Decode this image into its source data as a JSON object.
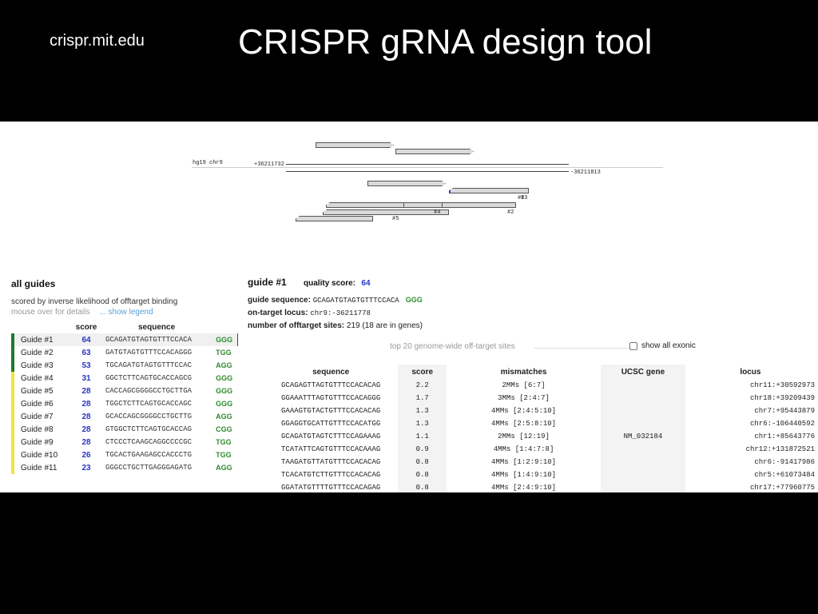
{
  "slide": {
    "url": "crispr.mit.edu",
    "title": "CRISPR gRNA design tool"
  },
  "browser": {
    "assembly": "hg19 chr9",
    "coord_start": "+36211732",
    "coord_end": "-36211813",
    "labels": [
      "#1",
      "#3",
      "#4",
      "#2",
      "#5"
    ]
  },
  "all_guides": {
    "heading": "all guides",
    "subtitle": "scored by inverse likelihood of offtarget binding",
    "hint": "mouse over for details",
    "legend_link": "... show legend",
    "col_score": "score",
    "col_sequence": "sequence",
    "guides": [
      {
        "name": "Guide #1",
        "score": "64",
        "seq": "GCAGATGTAGTGTTTCCACA",
        "pam": "GGG",
        "color": "#1f7a2e"
      },
      {
        "name": "Guide #2",
        "score": "63",
        "seq": "GATGTAGTGTTTCCACAGGG",
        "pam": "TGG",
        "color": "#1f7a2e"
      },
      {
        "name": "Guide #3",
        "score": "53",
        "seq": "TGCAGATGTAGTGTTTCCAC",
        "pam": "AGG",
        "color": "#1f7a2e"
      },
      {
        "name": "Guide #4",
        "score": "31",
        "seq": "GGCTCTTCAGTGCACCAGCG",
        "pam": "GGG",
        "color": "#f0e43a"
      },
      {
        "name": "Guide #5",
        "score": "28",
        "seq": "CACCAGCGGGGCCTGCTTGA",
        "pam": "GGG",
        "color": "#f0e43a"
      },
      {
        "name": "Guide #6",
        "score": "28",
        "seq": "TGGCTCTTCAGTGCACCAGC",
        "pam": "GGG",
        "color": "#f0e43a"
      },
      {
        "name": "Guide #7",
        "score": "28",
        "seq": "GCACCAGCGGGGCCTGCTTG",
        "pam": "AGG",
        "color": "#f0e43a"
      },
      {
        "name": "Guide #8",
        "score": "28",
        "seq": "GTGGCTCTTCAGTGCACCAG",
        "pam": "CGG",
        "color": "#f0e43a"
      },
      {
        "name": "Guide #9",
        "score": "28",
        "seq": "CTCCCTCAAGCAGGCCCCGC",
        "pam": "TGG",
        "color": "#f0e43a"
      },
      {
        "name": "Guide #10",
        "score": "26",
        "seq": "TGCACTGAAGAGCCACCCTG",
        "pam": "TGG",
        "color": "#f0e43a"
      },
      {
        "name": "Guide #11",
        "score": "23",
        "seq": "GGGCCTGCTTGAGGGAGATG",
        "pam": "AGG",
        "color": "#f0e43a"
      }
    ]
  },
  "guide_detail": {
    "heading": "guide #1",
    "quality_label": "quality score:",
    "quality_value": "64",
    "seq_label": "guide sequence:",
    "seq_value": "GCAGATGTAGTGTTTCCACA",
    "seq_pam": "GGG",
    "locus_label": "on-target locus:",
    "locus_value": "chr9:-36211778",
    "offtarget_label": "number of offtarget sites:",
    "offtarget_value": "219 (18 are in genes)",
    "top_label": "top 20 genome-wide off-target sites",
    "exonic_label": "show all exonic"
  },
  "offtargets": {
    "headers": [
      "sequence",
      "score",
      "mismatches",
      "UCSC gene",
      "locus"
    ],
    "rows": [
      [
        "GCAGAGTTAGTGTTTCCACACAG",
        "2.2",
        "2MMs [6:7]",
        "",
        "chr11:+30592973"
      ],
      [
        "GGAAATTTAGTGTTTCCACAGGG",
        "1.7",
        "3MMs [2:4:7]",
        "",
        "chr18:+39209439"
      ],
      [
        "GAAAGTGTACTGTTTCCACACAG",
        "1.3",
        "4MMs [2:4:5:10]",
        "",
        "chr7:+95443879"
      ],
      [
        "GGAGGTGCATTGTTTCCACATGG",
        "1.3",
        "4MMs [2:5:8:10]",
        "",
        "chr6:-106440592"
      ],
      [
        "GCAGATGTAGTCTTTCCAGAAAG",
        "1.1",
        "2MMs [12:19]",
        "NM_032184",
        "chr1:+85643776"
      ],
      [
        "TCATATTCAGTGTTTCCACAAAG",
        "0.9",
        "4MMs [1:4:7:8]",
        "",
        "chr12:+131872521"
      ],
      [
        "TAAGATGTTATGTTTCCACACAG",
        "0.8",
        "4MMs [1:2:9:10]",
        "",
        "chr6:-91417986"
      ],
      [
        "TCACATGTCTTGTTTCCACACAG",
        "0.8",
        "4MMs [1:4:9:10]",
        "",
        "chr5:+61073484"
      ],
      [
        "GGATATGTTTTGTTTCCACAGAG",
        "0.8",
        "4MMs [2:4:9:10]",
        "",
        "chr17:+77960775"
      ]
    ]
  }
}
